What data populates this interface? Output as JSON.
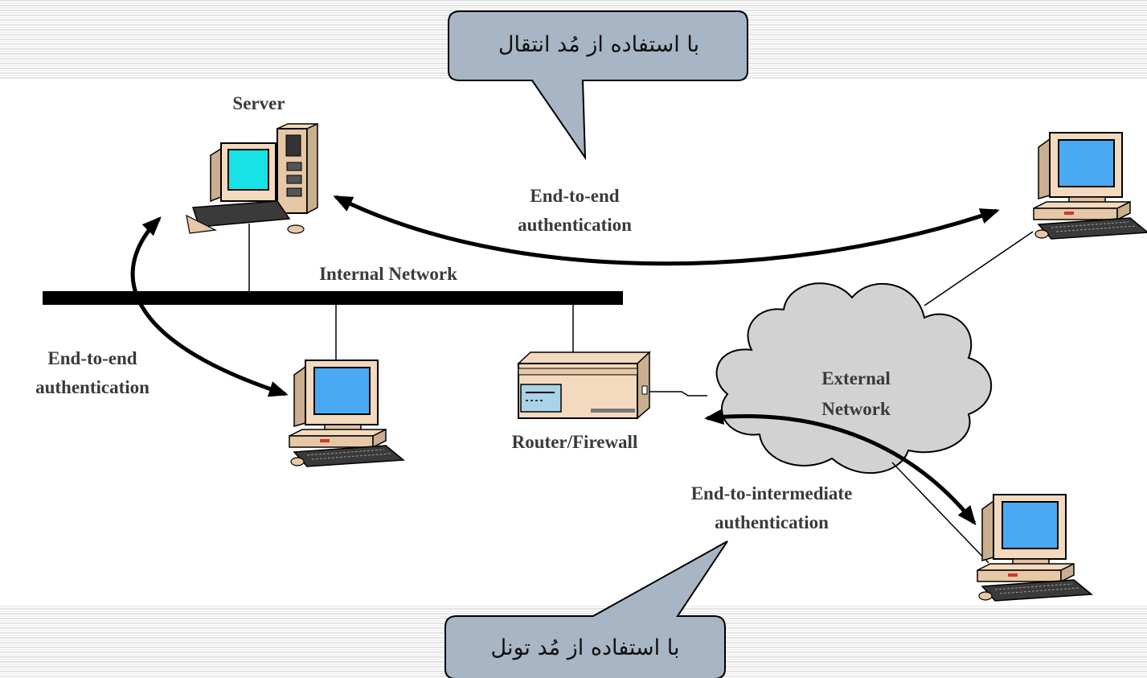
{
  "callouts": {
    "transport_mode": "با استفاده از مُد انتقال",
    "tunnel_mode": "با استفاده از مُد تونل"
  },
  "labels": {
    "server": "Server",
    "internal_network": "Internal Network",
    "router_firewall": "Router/Firewall",
    "external_network_line1": "External",
    "external_network_line2": "Network",
    "e2e_top_line1": "End-to-end",
    "e2e_top_line2": "authentication",
    "e2e_left_line1": "End-to-end",
    "e2e_left_line2": "authentication",
    "e2i_line1": "End-to-intermediate",
    "e2i_line2": "authentication"
  },
  "colors": {
    "callout_fill": "#a7b5c4",
    "screen_fill": "#49a9f2",
    "server_screen_fill": "#17e3e6",
    "computer_body": "#f3d9bd",
    "cloud_fill": "#d2d2d2",
    "network_bar": "#000000"
  }
}
